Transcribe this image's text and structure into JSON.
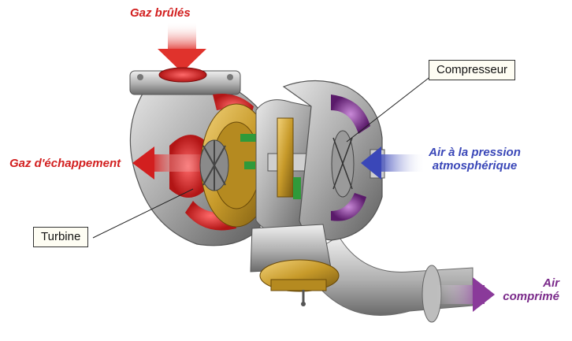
{
  "labels": {
    "gaz_brules": "Gaz brûlés",
    "gaz_echappement": "Gaz d'échappement",
    "air_pression_line1": "Air à la pression",
    "air_pression_line2": "atmosphérique",
    "air_comprime_line1": "Air",
    "air_comprime_line2": "comprimé"
  },
  "callouts": {
    "compresseur": "Compresseur",
    "turbine": "Turbine"
  },
  "colors": {
    "exhaust_red": "#d21f1f",
    "intake_blue": "#3a47b8",
    "compressed_purple": "#7a2a8a",
    "housing_grey": "#9a9a9a",
    "gear_gold": "#c79a2a"
  }
}
